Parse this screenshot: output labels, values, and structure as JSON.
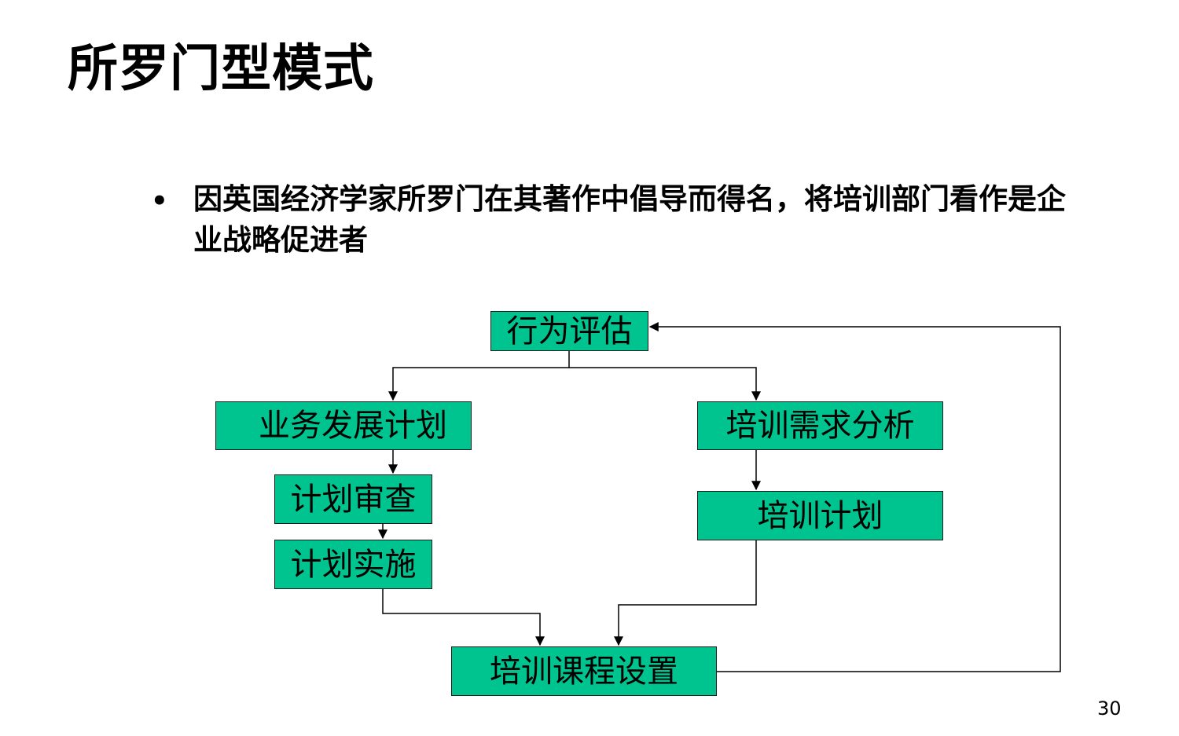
{
  "title": "所罗门型模式",
  "bullet": {
    "marker": "•",
    "text": "因英国经济学家所罗门在其著作中倡导而得名，将培训部门看作是企业战略促进者"
  },
  "diagram": {
    "node_fill": "#00c48f",
    "nodes": {
      "behavior_eval": "行为评估",
      "business_plan": "业务发展计划",
      "plan_review": "计划审查",
      "plan_implement": "计划实施",
      "needs_analysis": "培训需求分析",
      "training_plan": "培训计划",
      "course_setup": "培训课程设置"
    },
    "edges": [
      {
        "from": "behavior_eval",
        "to": "business_plan"
      },
      {
        "from": "behavior_eval",
        "to": "needs_analysis"
      },
      {
        "from": "business_plan",
        "to": "plan_review"
      },
      {
        "from": "plan_review",
        "to": "plan_implement"
      },
      {
        "from": "needs_analysis",
        "to": "training_plan"
      },
      {
        "from": "plan_implement",
        "to": "course_setup"
      },
      {
        "from": "training_plan",
        "to": "course_setup"
      },
      {
        "from": "course_setup",
        "to": "behavior_eval"
      }
    ]
  },
  "page_number": "30"
}
